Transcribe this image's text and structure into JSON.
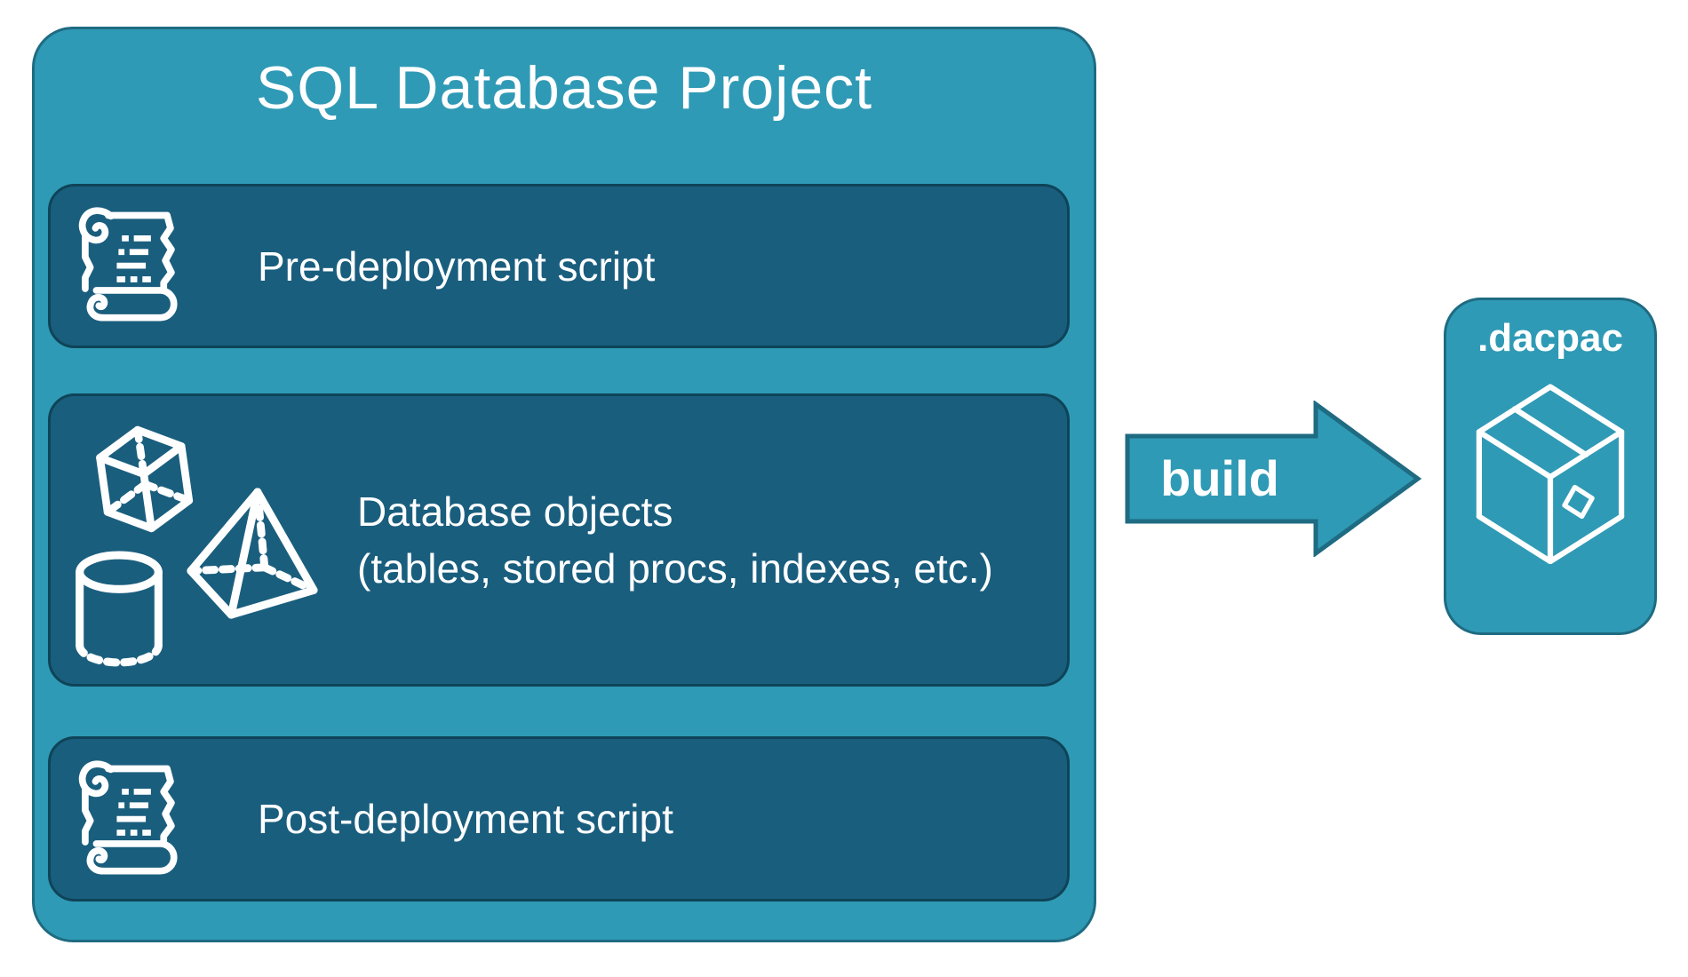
{
  "diagram": {
    "title": "SQL Database Project",
    "boxes": [
      {
        "label": "Pre-deployment script",
        "icon": "scroll-icon"
      },
      {
        "label": "Database objects",
        "sublabel": "(tables, stored procs, indexes, etc.)",
        "icon": "geometric-shapes-icon"
      },
      {
        "label": "Post-deployment script",
        "icon": "scroll-icon"
      }
    ],
    "arrow_label": "build",
    "output_label": ".dacpac",
    "output_icon": "package-icon"
  },
  "colors": {
    "panel_teal": "#2F9AB5",
    "panel_border": "#1E6B82",
    "box_dark": "#1A5E7E",
    "box_border": "#0E4458",
    "text": "#FFFFFF"
  }
}
